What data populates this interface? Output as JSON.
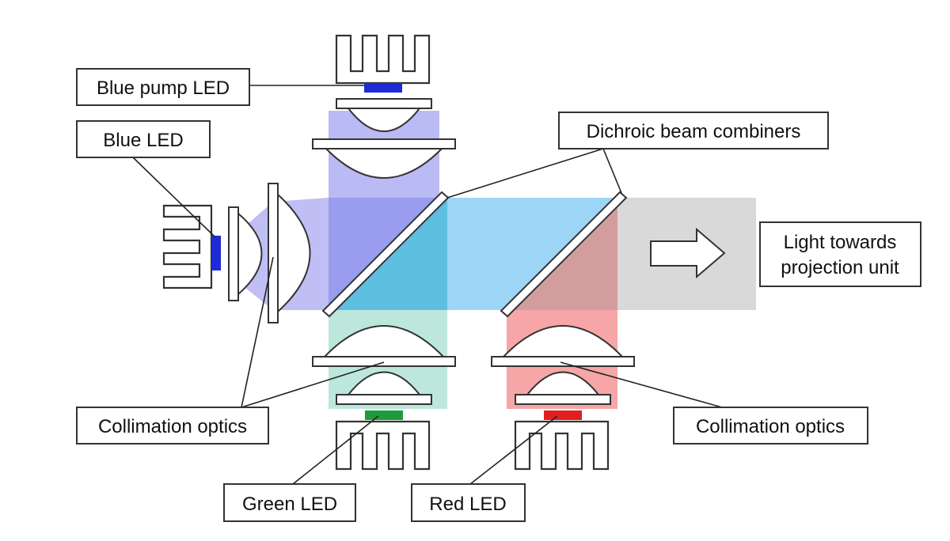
{
  "labels": {
    "blue_pump_led": "Blue pump LED",
    "blue_led": "Blue LED",
    "dichroic": "Dichroic beam combiners",
    "light_line1": "Light towards",
    "light_line2": "projection unit",
    "collimation_left": "Collimation optics",
    "collimation_right": "Collimation optics",
    "green_led": "Green LED",
    "red_led": "Red LED"
  },
  "colors": {
    "blue_beam": "#aeb0f2",
    "blue_combined": "#9e9ef2",
    "cyan_combined": "#5fc0e0",
    "cyan_beam": "#9fd8f6",
    "green_beam": "#b9e6dc",
    "red_beam": "#f5a5a5",
    "red_mix": "#d09a9c",
    "output_beam": "#d8d8d8",
    "led_blue": "#1f2bd6",
    "led_green": "#1e9a3a",
    "led_red": "#e02020"
  }
}
